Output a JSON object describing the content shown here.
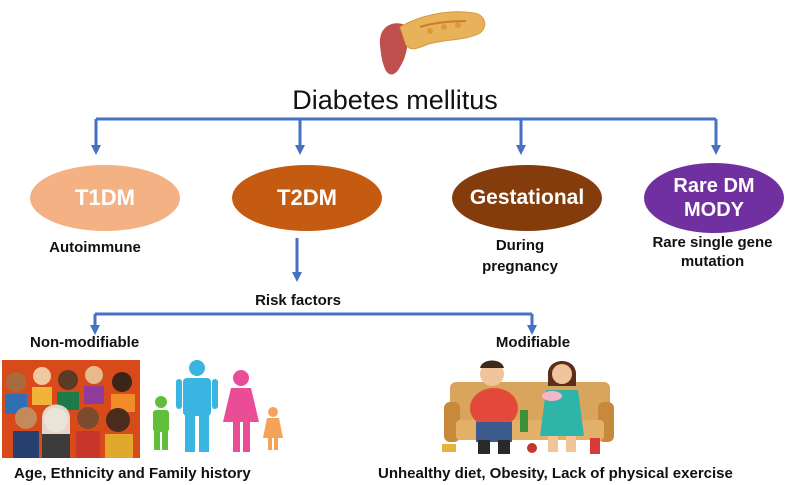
{
  "title": "Diabetes mellitus",
  "types": [
    {
      "label": "T1DM",
      "desc": "Autoimmune",
      "color": "#f4b183"
    },
    {
      "label": "T2DM",
      "desc": "",
      "color": "#c55a11"
    },
    {
      "label": "Gestational",
      "desc_lines": [
        "During",
        "pregnancy"
      ],
      "color": "#843c0c"
    },
    {
      "label_lines": [
        "Rare DM",
        "MODY"
      ],
      "desc_lines": [
        "Rare single gene",
        "mutation"
      ],
      "color": "#7030a0"
    }
  ],
  "risk_factors": {
    "label": "Risk factors",
    "non_modifiable": {
      "label": "Non-modifiable",
      "caption": "Age, Ethnicity and Family history"
    },
    "modifiable": {
      "label": "Modifiable",
      "caption": "Unhealthy diet, Obesity, Lack of physical exercise"
    }
  },
  "colors": {
    "arrow": "#4472c4"
  },
  "icons": [
    "pancreas-icon",
    "crowd-illustration",
    "family-icon",
    "couch-eating-illustration"
  ]
}
